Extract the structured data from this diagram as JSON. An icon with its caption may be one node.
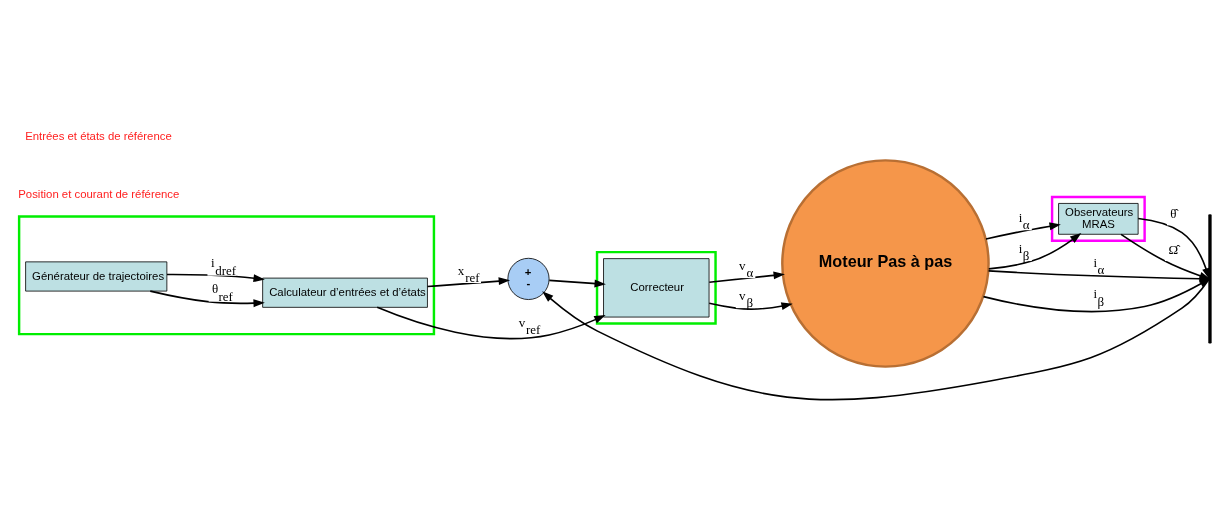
{
  "diagram": {
    "nodes": [
      {
        "text": [],
        "shape": "box"
      },
      {
        "text": [
          "Générateur de trajectoires"
        ],
        "in": 0
      },
      {
        "text": [
          "Calculateur d’entrées et d’états"
        ],
        "in": 0
      },
      {
        "text": [
          "+",
          "-"
        ]
      },
      {
        "text": [],
        "shape": "box"
      },
      {
        "text": [
          "Correcteur"
        ],
        "in": 4
      },
      {
        "text": [
          "Moteur Pas à pas"
        ]
      },
      {
        "text": [],
        "shape": "box"
      },
      {
        "text": [
          "Observateurs",
          "MRAS"
        ],
        "in": 7
      },
      {
        "text": [],
        "shape": "bar"
      }
    ],
    "edges": [
      {
        "from": 1,
        "to": 2,
        "arrow": "to",
        "label": "θ$_{ref}$"
      },
      {
        "from": 1,
        "to": 2,
        "arrow": "to",
        "label": "i$_{dref}$"
      },
      {
        "from": 2,
        "to": 5,
        "arrow": "to",
        "label": "v$_{ref}$"
      },
      {
        "from": 2,
        "to": 3,
        "arrow": "to",
        "label": "x$_{ref}$"
      },
      {
        "from": 3,
        "to": 5,
        "arrow": "to"
      },
      {
        "from": 9,
        "to": 3,
        "arrow": "to"
      },
      {
        "from": 5,
        "to": 6,
        "arrow": "to",
        "label": "v$_{α}$"
      },
      {
        "from": 5,
        "to": 6,
        "arrow": "to",
        "label": "v$_{β}$"
      },
      {
        "from": 6,
        "to": 8,
        "arrow": "to",
        "label": "i$_{α}$"
      },
      {
        "from": 6,
        "to": 8,
        "arrow": "to",
        "label": "i$_{β}$"
      },
      {
        "from": 6,
        "to": 9,
        "arrow": "to",
        "label": "i$_{α}$"
      },
      {
        "from": 6,
        "to": 9,
        "arrow": "to",
        "label": "i$_{β}$"
      },
      {
        "from": 8,
        "to": 9,
        "arrow": "to",
        "label": "θ̂"
      },
      {
        "from": 8,
        "to": 9,
        "arrow": "to",
        "label": "Ω̂"
      }
    ],
    "labels": [
      "Position et courant de référence",
      "Entrées et états de référence"
    ]
  }
}
